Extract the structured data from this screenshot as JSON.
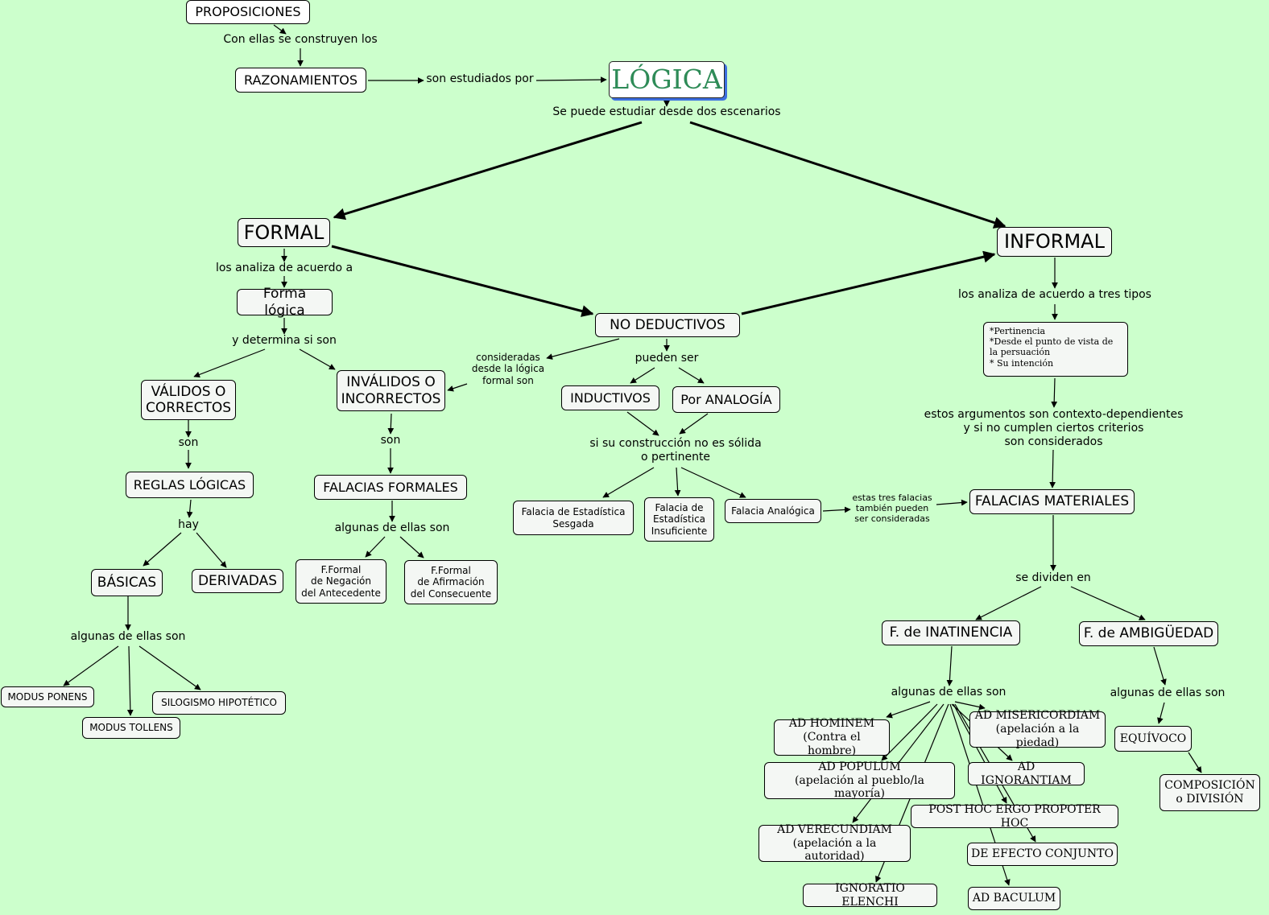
{
  "nodes": {
    "proposiciones": "PROPOSICIONES",
    "razonamientos": "RAZONAMIENTOS",
    "logica": "LÓGICA",
    "formal": "FORMAL",
    "informal": "INFORMAL",
    "forma_logica": "Forma lógica",
    "no_deductivos": "NO DEDUCTIVOS",
    "validos": "VÁLIDOS O\nCORRECTOS",
    "invalidos": "INVÁLIDOS O\nINCORRECTOS",
    "inductivos": "INDUCTIVOS",
    "por_analogia": "Por ANALOGÍA",
    "reglas_logicas": "REGLAS LÓGICAS",
    "falacias_formales": "FALACIAS FORMALES",
    "basicas": "BÁSICAS",
    "derivadas": "DERIVADAS",
    "modus_ponens": "MODUS PONENS",
    "modus_tollens": "MODUS TOLLENS",
    "silogismo": "SILOGISMO HIPOTÉTICO",
    "ff_negacion": "F.Formal\nde Negación\ndel Antecedente",
    "ff_afirmacion": "F.Formal\nde Afirmación\ndel Consecuente",
    "fal_sesgada": "Falacia de Estadística\nSesgada",
    "fal_insuficiente": "Falacia de\nEstadística\nInsuficiente",
    "fal_analogica": "Falacia Analógica",
    "tipos": "*Pertinencia\n*Desde el punto de vista de la persuación\n* Su intención",
    "falacias_materiales": "FALACIAS MATERIALES",
    "inatinencia": "F. de INATINENCIA",
    "ambiguedad": "F. de AMBIGÜEDAD",
    "ad_hominem": "AD HOMINEM\n(Contra el hombre)",
    "ad_misericordiam": "AD MISERICORDIAM\n(apelación a la piedad)",
    "ad_populum": "AD POPULUM\n(apelación al pueblo/la mayoría)",
    "ad_ignorantiam": "AD IGNORANTIAM",
    "post_hoc": "POST HOC ERGO PROPOTER HOC",
    "ad_verecundiam": "AD VERECUNDIAM\n(apelación a la autoridad)",
    "efecto_conjunto": "DE EFECTO CONJUNTO",
    "ignoratio": "IGNORATIO ELENCHI",
    "ad_baculum": "AD BACULUM",
    "equivoco": "EQUÍVOCO",
    "composicion": "COMPOSICIÓN\no DIVISIÓN"
  },
  "labels": {
    "construyen": "Con ellas se construyen los",
    "estudiados": "son estudiados por",
    "escenarios": "Se puede estudiar desde dos escenarios",
    "analiza_formal": "los analiza de acuerdo a",
    "determina": "y determina si son",
    "son_validos": "son",
    "son_invalidos": "son",
    "hay": "hay",
    "algunas_basicas": "algunas de ellas son",
    "algunas_falacias": "algunas de ellas son",
    "consideradas": "consideradas\ndesde la lógica\nformal son",
    "pueden_ser": "pueden ser",
    "construccion": "si su construcción no es sólida\no pertinente",
    "tres_falacias": "estas tres falacias\ntambién pueden\nser consideradas",
    "analiza_tres": "los analiza de acuerdo a tres tipos",
    "contexto": "estos argumentos son contexto-dependientes\ny si no cumplen ciertos criterios\nson considerados",
    "dividen": "se dividen en",
    "algunas_inatinencia": "algunas de ellas son",
    "algunas_ambiguedad": "algunas de ellas son"
  }
}
